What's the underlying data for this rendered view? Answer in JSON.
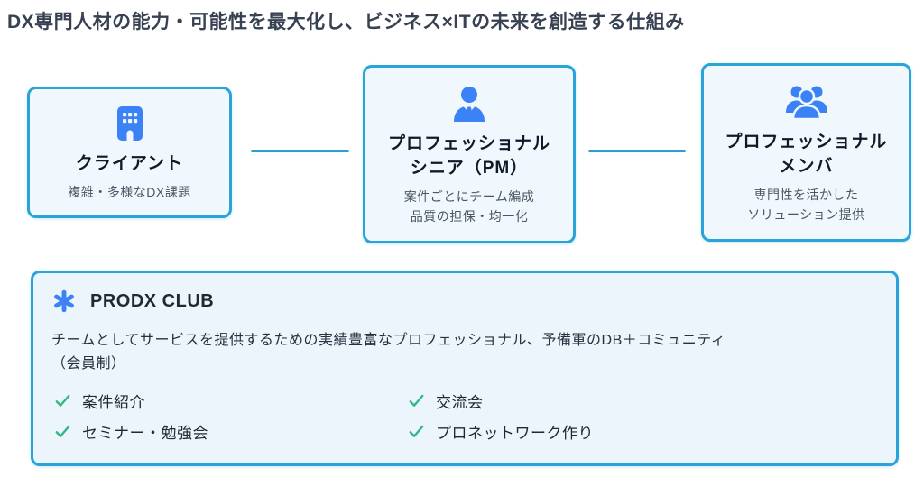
{
  "title": "DX専門人材の能力・可能性を最大化し、ビジネス×ITの未来を創造する仕組み",
  "flow": {
    "cards": [
      {
        "icon": "building-icon",
        "title_lines": [
          "クライアント"
        ],
        "subtitle_lines": [
          "複雑・多様なDX課題"
        ]
      },
      {
        "icon": "user-tie-icon",
        "title_lines": [
          "プロフェッショナル",
          "シニア（PM）"
        ],
        "subtitle_lines": [
          "案件ごとにチーム編成",
          "品質の担保・均一化"
        ]
      },
      {
        "icon": "users-icon",
        "title_lines": [
          "プロフェッショナル",
          "メンバ"
        ],
        "subtitle_lines": [
          "専門性を活かした",
          "ソリューション提供"
        ]
      }
    ]
  },
  "club": {
    "icon": "asterisk-icon",
    "name": "PRODX CLUB",
    "description_lines": [
      "チームとしてサービスを提供するための実績豊富なプロフェッショナル、予備軍のDB＋コミュニティ",
      "（会員制）"
    ],
    "benefits": [
      "案件紹介",
      "セミナー・勉強会",
      "交流会",
      "プロネットワーク作り"
    ]
  },
  "colors": {
    "accent_border": "#29a4d9",
    "icon_blue": "#3b82f6",
    "check_green": "#2eb884",
    "card_bg": "#f0f8fd",
    "panel_bg": "#edf5fc",
    "title_text": "#374151"
  }
}
